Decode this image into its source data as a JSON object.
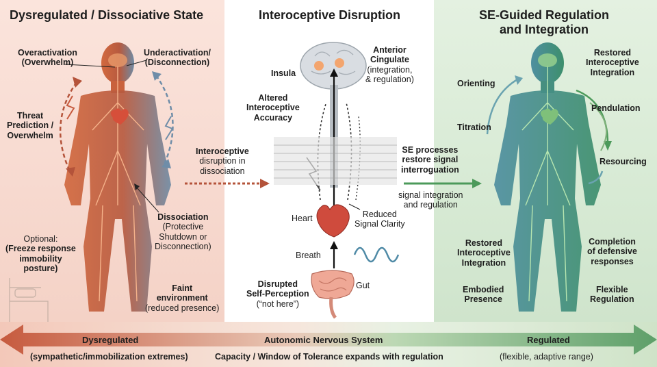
{
  "left": {
    "title": "Dysregulated / Dissociative State",
    "overactivation": [
      "Overactivation",
      "(Overwhelm)"
    ],
    "underactivation": [
      "Underactivation/",
      "(Disconnection)"
    ],
    "threat": [
      "Threat",
      "Prediction /",
      "Overwhelm"
    ],
    "dissociation": [
      "Dissociation",
      "(Protective",
      "Shutdown or",
      "Disconnection)"
    ],
    "optional": [
      "Optional:",
      "(Freeze response",
      "immobility",
      "posture)"
    ],
    "faint": [
      "Faint",
      "environment",
      "(reduced presence)"
    ]
  },
  "middle": {
    "title": "Interoceptive Disruption",
    "insula": "Insula",
    "anterior_cingulate": [
      "Anterior",
      "Cingulate",
      "(integration,",
      "& regulation)"
    ],
    "altered": [
      "Altered",
      "Interoceptive",
      "Accuracy"
    ],
    "disruption": [
      "Interoceptive",
      "disruption in",
      "dissociation"
    ],
    "heart": "Heart",
    "reduced": [
      "Reduced",
      "Signal Clarity"
    ],
    "breath": "Breath",
    "gut": "Gut",
    "disrupted": [
      "Disrupted",
      "Self-Perception",
      "(“not here”)"
    ]
  },
  "right": {
    "title": [
      "SE-Guided Regulation",
      "and Integration"
    ],
    "se_processes": [
      "SE processes",
      "restore signal",
      "interroguation"
    ],
    "signal": [
      "signal integration",
      "and regulation"
    ],
    "restored_top": [
      "Restored",
      "Interoceptive",
      "Integration"
    ],
    "orienting": "Orienting",
    "pendulation": "Pendulation",
    "titration": "Titration",
    "resourcing": "Resourcing",
    "restored_bottom": [
      "Restored",
      "Interoceptive",
      "Integration"
    ],
    "completion": [
      "Completion",
      "of defensive",
      "responses"
    ],
    "embodied": [
      "Embodied",
      "Presence"
    ],
    "flexible": [
      "Flexible",
      "Regulation"
    ]
  },
  "bottom": {
    "dysregulated": "Dysregulated",
    "dysregulated_sub": "(sympathetic/immobilization extremes)",
    "ans": "Autonomic Nervous System",
    "capacity": "Capacity / Window of Tolerance expands with regulation",
    "regulated": "Regulated",
    "regulated_sub": "(flexible, adaptive range)"
  },
  "colors": {
    "left_body": "#c9623d",
    "left_accent": "#6f8da8",
    "right_body": "#3e8f74",
    "arrow_red": "#b4533a",
    "arrow_green": "#4c9a5a"
  }
}
